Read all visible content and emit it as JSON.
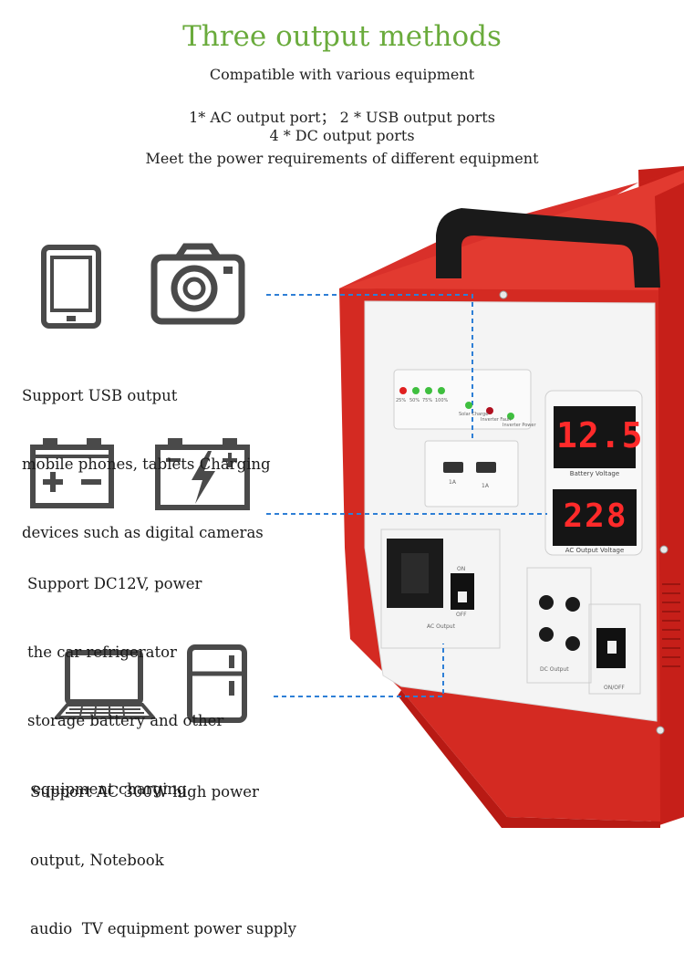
{
  "header": {
    "title": "Three output methods",
    "subtitle": "Compatible with various equipment",
    "spec_lines": [
      "1* AC output port； 2 * USB output ports",
      "4 *  DC output ports",
      "Meet the power requirements of different equipment"
    ]
  },
  "features": [
    {
      "lines": [
        "Support USB output",
        "mobile phones, tablets Charging",
        "devices such as digital cameras"
      ],
      "icons": [
        "tablet-icon",
        "camera-icon"
      ]
    },
    {
      "lines": [
        "Support DC12V, power",
        "the car refrigerator",
        "storage battery and other",
        " equipment charging"
      ],
      "icons": [
        "battery-icon",
        "charging-battery-icon"
      ]
    },
    {
      "lines": [
        "Support AC 300W high power",
        "output, Notebook",
        "audio  TV equipment power supply"
      ],
      "icons": [
        "laptop-icon",
        "refrigerator-icon"
      ]
    }
  ],
  "device": {
    "battery_levels": [
      "25%",
      "50%",
      "75%",
      "100%"
    ],
    "indicators": [
      "Solar Charge",
      "Inverter Fault",
      "Inverter Power"
    ],
    "usb_labels": [
      "1A",
      "1A"
    ],
    "battery_display": "12.5",
    "battery_display_label": "Battery Voltage",
    "ac_display": "228",
    "ac_display_label": "AC Output Voltage",
    "ac_label": "AC Output",
    "ac_switch_on": "ON",
    "ac_switch_off": "OFF",
    "dc_label": "DC Output",
    "dc_switch_label": "ON/OFF"
  },
  "colors": {
    "title_green": "#6aab3c",
    "case_red": "#d42a22",
    "panel_white": "#f4f4f4",
    "leader_blue": "#2e7fd6",
    "icon_gray": "#4a4a4a",
    "display_red": "#ff2020"
  }
}
